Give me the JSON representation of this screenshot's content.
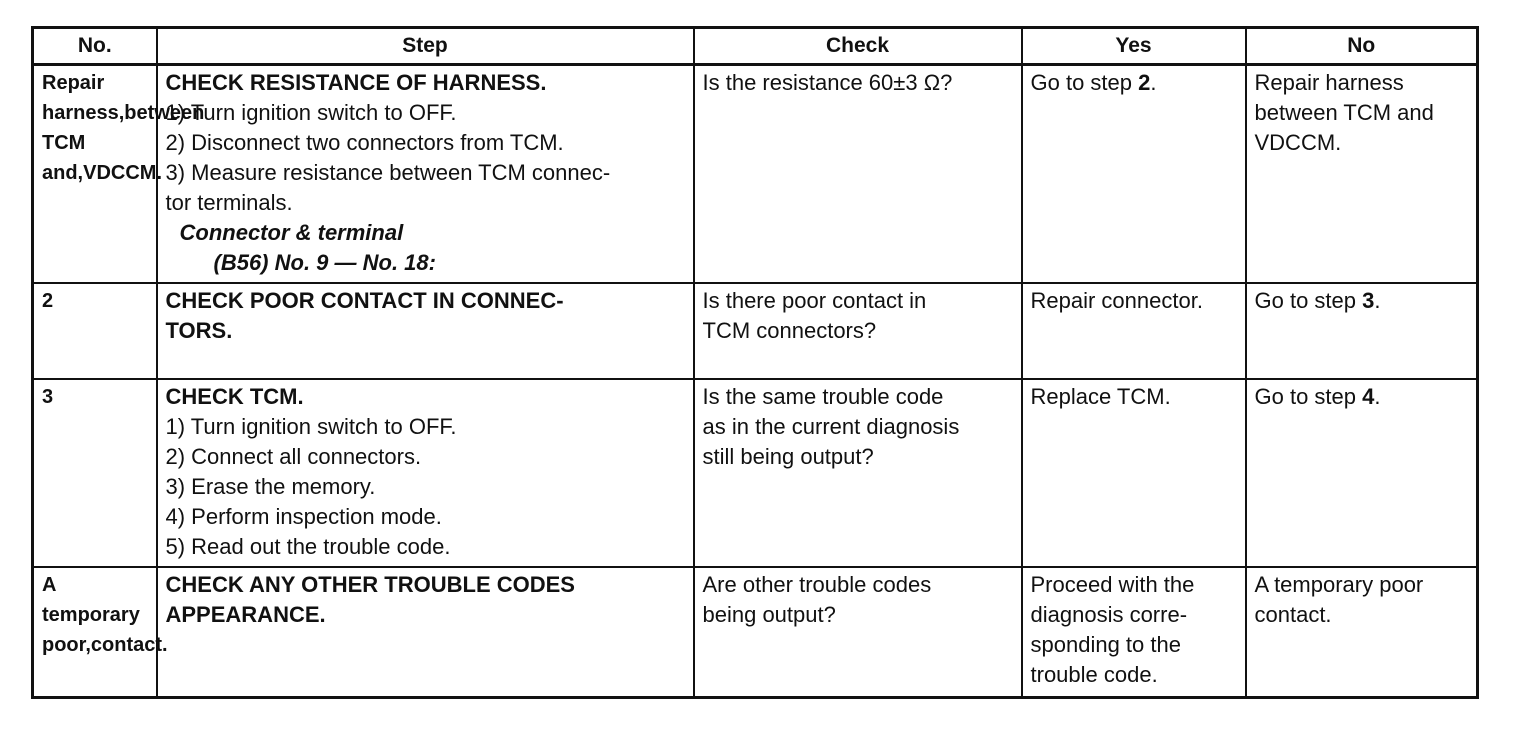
{
  "table": {
    "headers": [
      "No.",
      "Step",
      "Check",
      "Yes",
      "No"
    ],
    "rows": [
      {
        "no": [
          "Repair harness",
          "between TCM and",
          "VDCCM."
        ],
        "step_title": "CHECK RESISTANCE OF HARNESS.",
        "substeps": [
          "1) Turn ignition switch to OFF.",
          "2) Disconnect two connectors from TCM.",
          "3) Measure resistance between TCM connec-",
          "tor terminals."
        ],
        "connector_label": "Connector & terminal",
        "connector_value": "(B56) No. 9 — No. 18:",
        "check": [
          "Is the resistance 60±3 Ω?"
        ],
        "yes_prefix": "Go to step ",
        "yes_step": "2",
        "yes_suffix": "."
      },
      {
        "no": "2",
        "step_title_lines": [
          "CHECK POOR CONTACT IN CONNEC-",
          "TORS."
        ],
        "check": [
          "Is there poor contact in",
          "TCM connectors?"
        ],
        "yes": [
          "Repair connector."
        ],
        "no_prefix": "Go to step ",
        "no_step": "3",
        "no_suffix": "."
      },
      {
        "no": "3",
        "step_title": "CHECK TCM.",
        "substeps": [
          "1) Turn ignition switch to OFF.",
          "2) Connect all connectors.",
          "3) Erase the memory.",
          "4) Perform inspection mode.",
          "5) Read out the trouble code."
        ],
        "check": [
          "Is the same trouble code",
          "as in the current diagnosis",
          "still being output?"
        ],
        "yes": [
          "Replace TCM."
        ],
        "no_prefix": "Go to step ",
        "no_step": "4",
        "no_suffix": "."
      },
      {
        "no": [
          "A temporary poor",
          "contact."
        ],
        "step_title_lines": [
          "CHECK ANY OTHER TROUBLE CODES",
          "APPEARANCE."
        ],
        "check": [
          "Are other trouble codes",
          "being output?"
        ],
        "yes": [
          "Proceed with the",
          "diagnosis corre-",
          "sponding to the",
          "trouble code."
        ]
      }
    ]
  }
}
